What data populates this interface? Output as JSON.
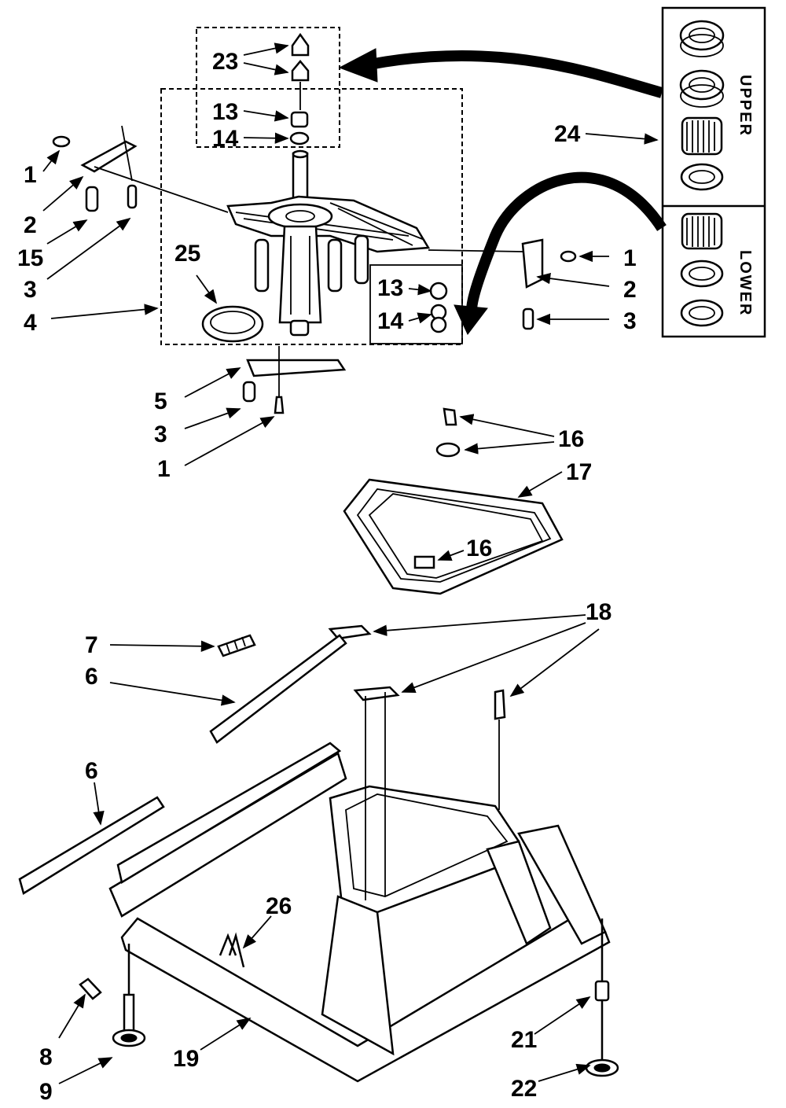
{
  "callouts": {
    "c23": "23",
    "c13a": "13",
    "c14a": "14",
    "c1a": "1",
    "c2a": "2",
    "c15": "15",
    "c3a": "3",
    "c4": "4",
    "c25": "25",
    "c13b": "13",
    "c14b": "14",
    "c1b": "1",
    "c2b": "2",
    "c3b": "3",
    "c24": "24",
    "c5": "5",
    "c3c": "3",
    "c1c": "1",
    "c16a": "16",
    "c17": "17",
    "c16b": "16",
    "c18": "18",
    "c7": "7",
    "c6a": "6",
    "c6b": "6",
    "c26": "26",
    "c8": "8",
    "c9": "9",
    "c19": "19",
    "c21": "21",
    "c22": "22"
  },
  "kit_labels": {
    "upper": "UPPER",
    "lower": "LOWER"
  }
}
